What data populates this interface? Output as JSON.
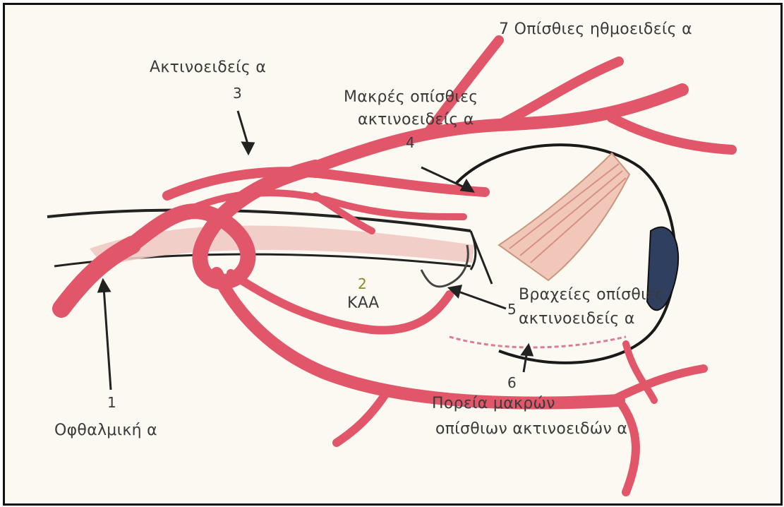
{
  "labels": {
    "ciliary_arteries": "Ακτινοειδείς α",
    "n3": "3",
    "long_post_1": "Μακρές οπίσθιες",
    "long_post_2": "ακτινοειδείς α",
    "n4": "4",
    "n7_title": "7  Οπίσθιες ηθμοειδείς α",
    "n2": "2",
    "kaa": "ΚΑΑ",
    "short_post_1": "Βραχείες οπίσθιες",
    "n5": "5",
    "short_post_2": "ακτινοειδείς α",
    "n1": "1",
    "ophthalmic": "Οφθαλμική α",
    "n6": "6",
    "course_1": "Πορεία μακρών",
    "course_2": "οπίσθιων ακτινοειδών α"
  },
  "colors": {
    "artery": "#e2566a",
    "artery_dark": "#b83a4c",
    "nerve": "#f1c9c4",
    "globe_line": "#1a1a1a",
    "lens": "#2e3f60"
  }
}
